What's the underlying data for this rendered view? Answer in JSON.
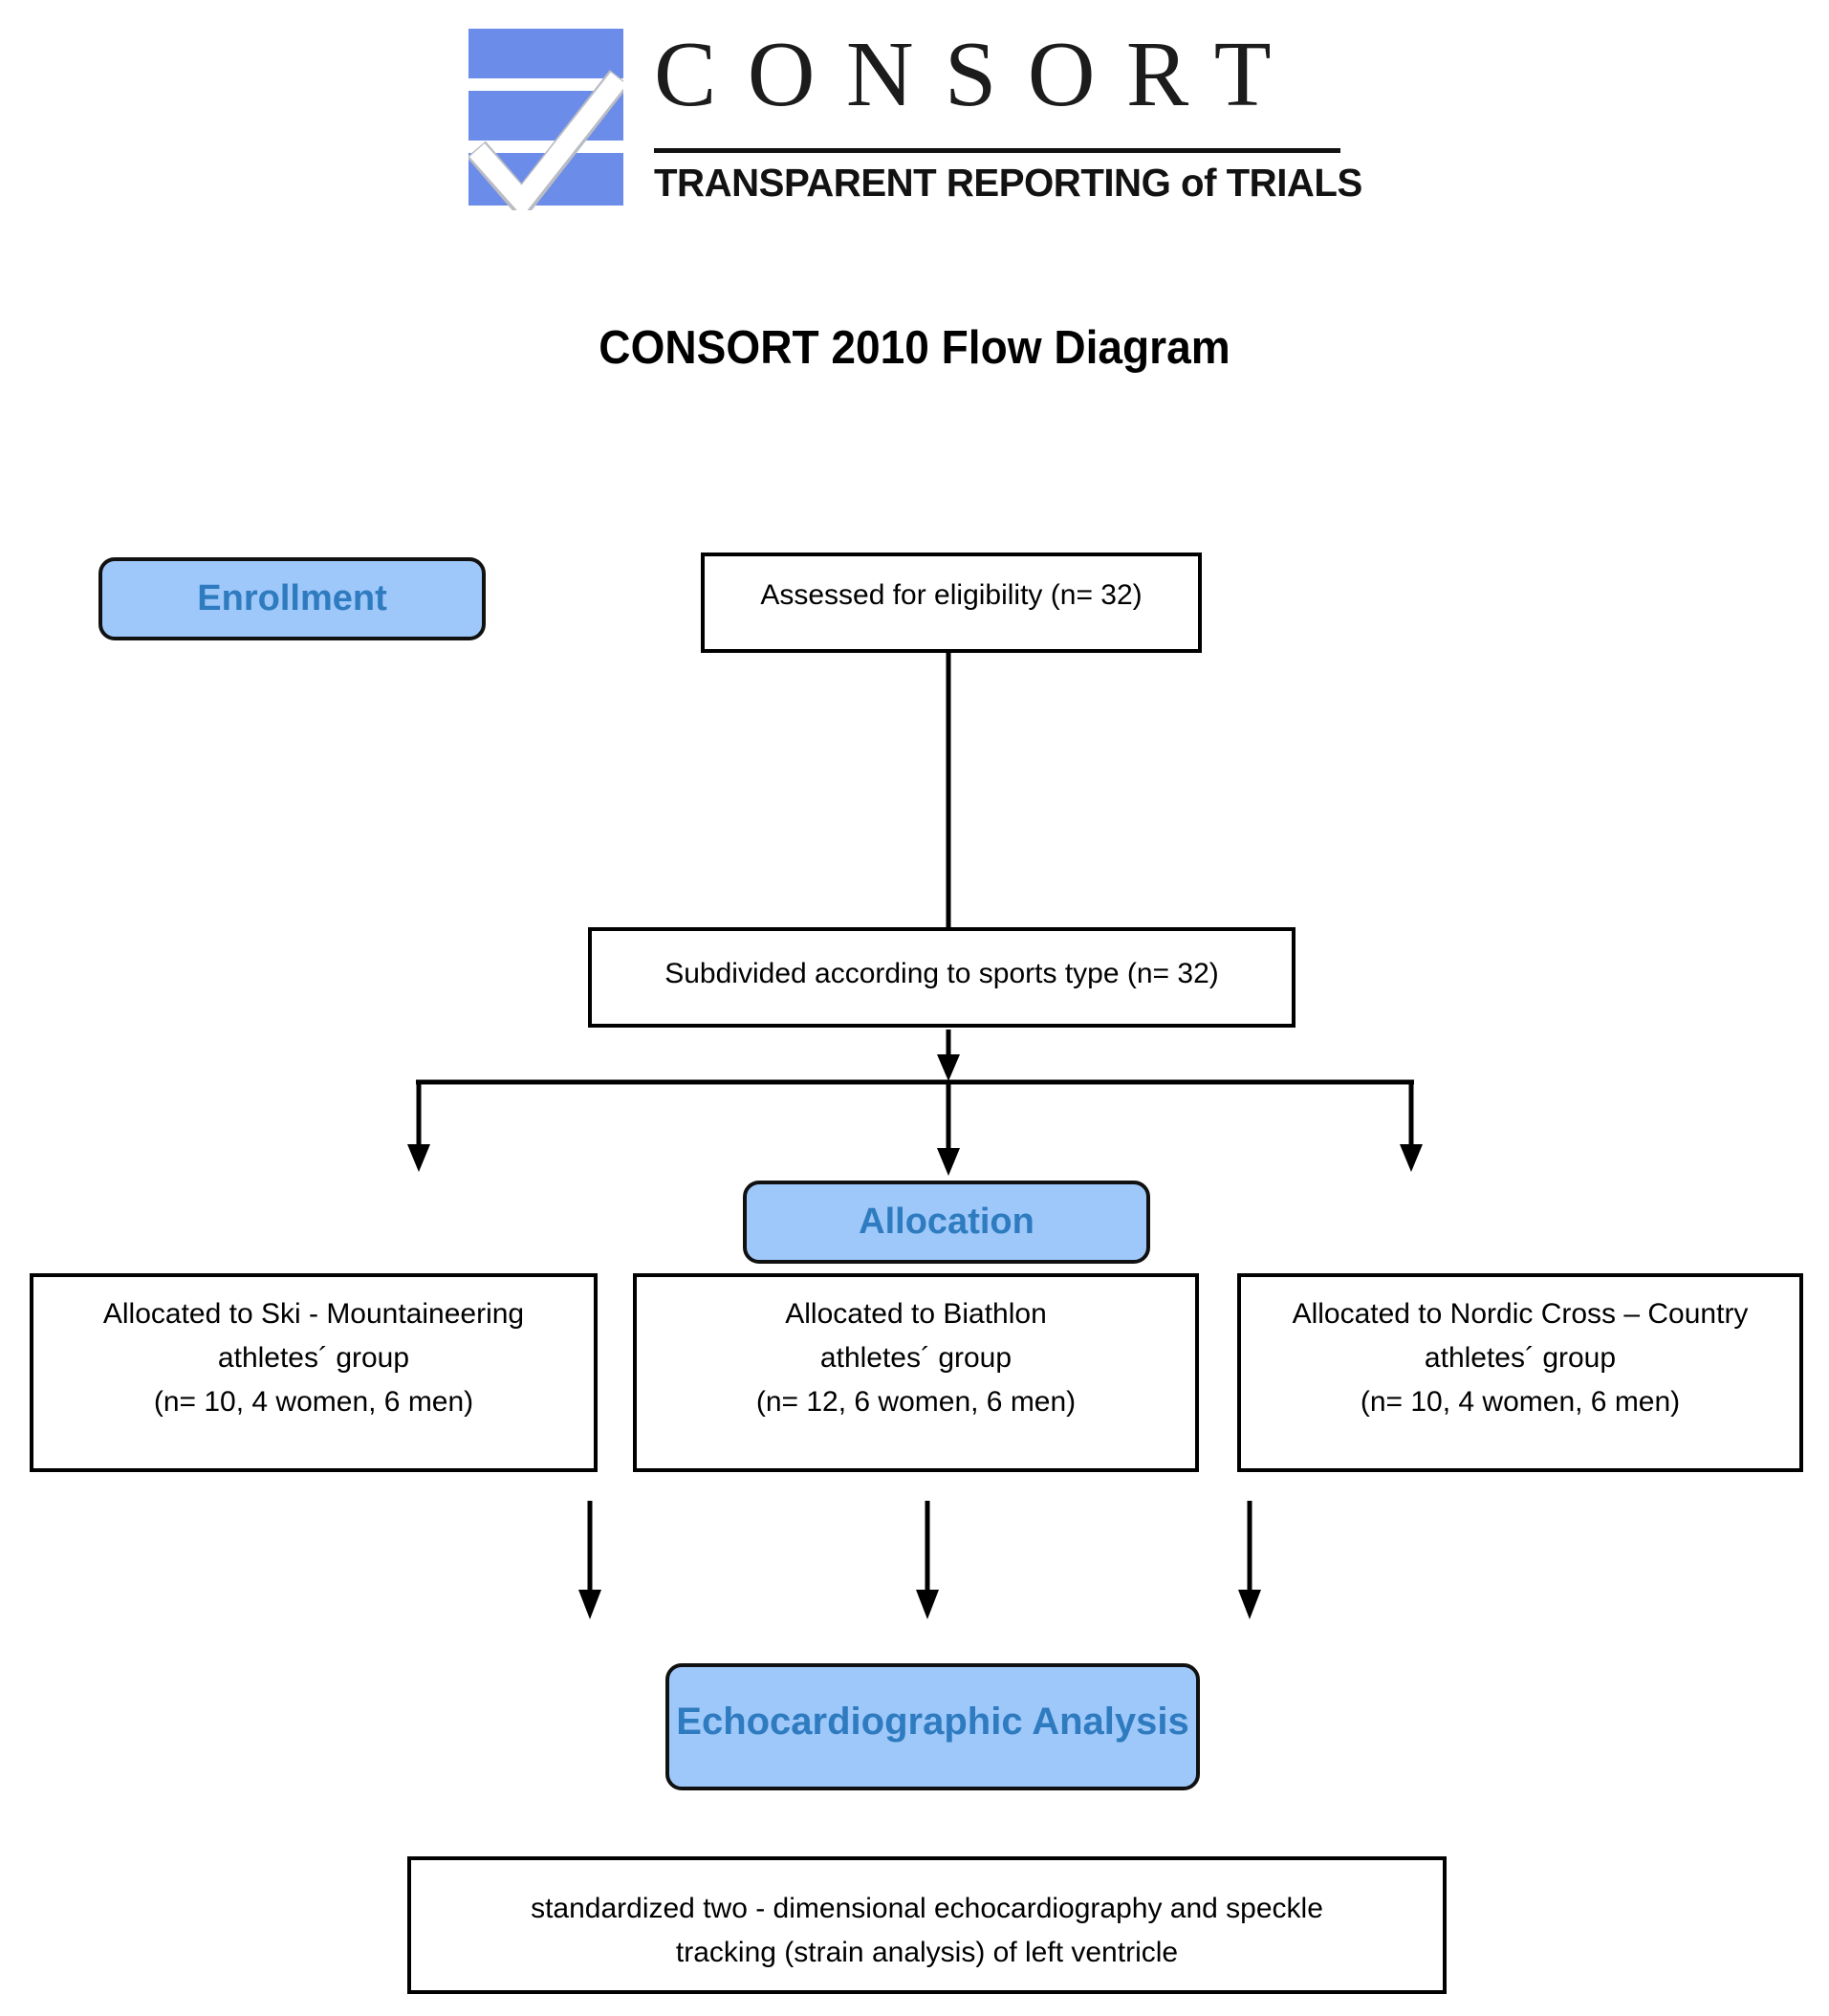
{
  "logo": {
    "name": "CONSORT",
    "tagline": "TRANSPARENT REPORTING of TRIALS",
    "icon": "consort-checkmark-logo",
    "logo_blue": "#6b8ce8"
  },
  "title": "CONSORT 2010 Flow Diagram",
  "colors": {
    "stage_label_fill": "#9ec7fa",
    "stage_label_text": "#2e7bbf",
    "box_border": "#000000",
    "connector": "#000000"
  },
  "stage_labels": {
    "enrollment": "Enrollment",
    "allocation": "Allocation",
    "analysis": "Echocardiographic Analysis"
  },
  "boxes": {
    "assessed": "Assessed for eligibility (n= 32)",
    "subdivided": "Subdivided according to sports type (n= 32)",
    "allocated": [
      {
        "line1": "Allocated to Ski - Mountaineering",
        "line2": "athletes´ group",
        "line3": "(n= 10, 4 women, 6 men)"
      },
      {
        "line1": "Allocated to Biathlon",
        "line2": "athletes´ group",
        "line3": "(n= 12, 6 women, 6 men)"
      },
      {
        "line1": "Allocated to Nordic Cross – Country",
        "line2": "athletes´ group",
        "line3": "(n= 10, 4 women, 6 men)"
      }
    ],
    "analysis_method": {
      "line1": "standardized two - dimensional echocardiography and speckle",
      "line2": "tracking (strain analysis) of left ventricle"
    }
  }
}
